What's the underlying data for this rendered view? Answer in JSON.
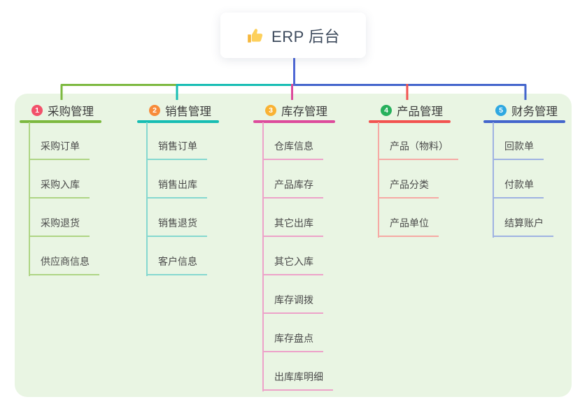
{
  "root": {
    "label": "ERP 后台",
    "icon": "thumbs-up-icon",
    "connector_color": "#4f68d5",
    "text_color": "#3d4a5c"
  },
  "panel": {
    "background": "#e9f5e3"
  },
  "branches": [
    {
      "number": "1",
      "label": "采购管理",
      "badge_color": "#f2516a",
      "line_color": "#7cb93f",
      "light_line_color": "#aed584",
      "children": [
        "采购订单",
        "采购入库",
        "采购退货",
        "供应商信息"
      ]
    },
    {
      "number": "2",
      "label": "销售管理",
      "badge_color": "#f78b3a",
      "line_color": "#16bdb3",
      "light_line_color": "#85d8d0",
      "children": [
        "销售订单",
        "销售出库",
        "销售退货",
        "客户信息"
      ]
    },
    {
      "number": "3",
      "label": "库存管理",
      "badge_color": "#f9b234",
      "line_color": "#dd4b9c",
      "light_line_color": "#eda2c9",
      "children": [
        "仓库信息",
        "产品库存",
        "其它出库",
        "其它入库",
        "库存调拨",
        "库存盘点",
        "出库库明细"
      ]
    },
    {
      "number": "4",
      "label": "产品管理",
      "badge_color": "#27b05c",
      "line_color": "#f25350",
      "light_line_color": "#f6a9a4",
      "children": [
        "产品（物料）",
        "产品分类",
        "产品单位"
      ]
    },
    {
      "number": "5",
      "label": "财务管理",
      "badge_color": "#2fa8e1",
      "line_color": "#4365cc",
      "light_line_color": "#9fb2e2",
      "children": [
        "回款单",
        "付款单",
        "结算账户"
      ]
    }
  ]
}
